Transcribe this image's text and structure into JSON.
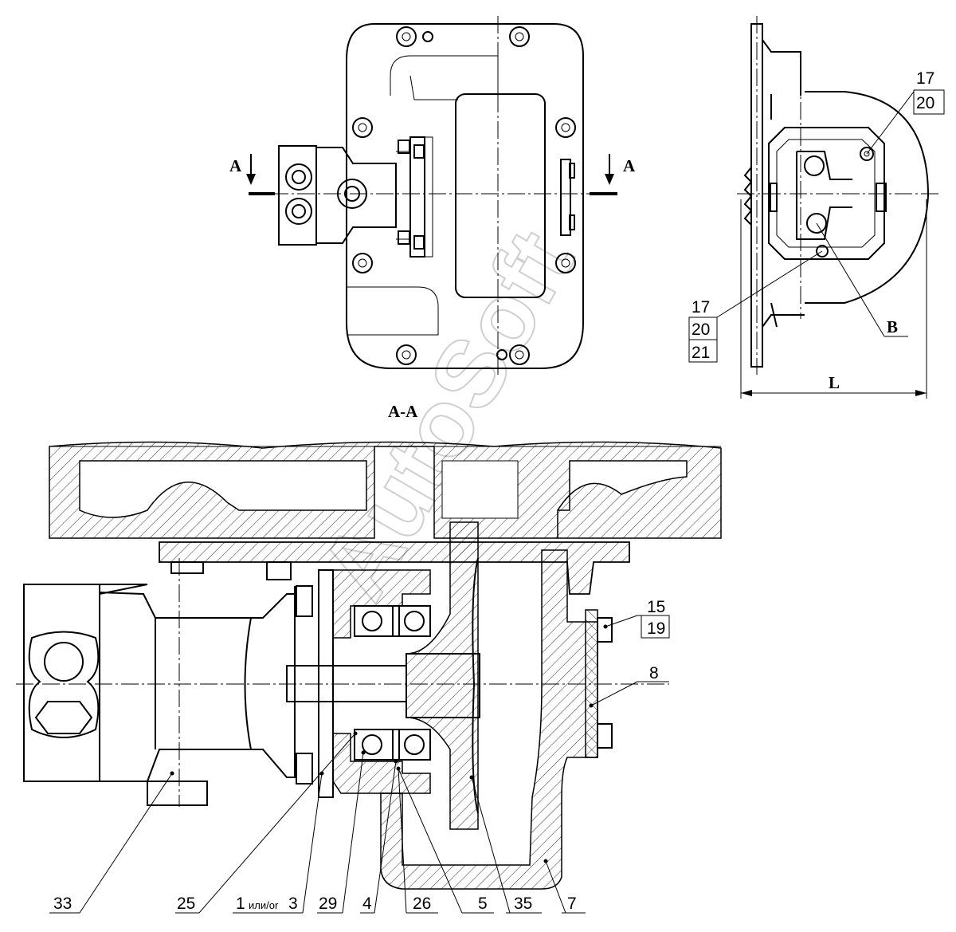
{
  "labels": {
    "section_arrow_left": "A",
    "section_arrow_right": "A",
    "section_title": "A-A",
    "dim_L": "L",
    "view_B": "B",
    "side_17_top": "17",
    "side_20_top": "20",
    "side_17_bottom": "17",
    "side_20_bottom": "20",
    "side_21_bottom": "21",
    "p15": "15",
    "p19": "19",
    "p8": "8",
    "p33": "33",
    "p25": "25",
    "p1or3_a": "1",
    "p1or3_mid": "или/or",
    "p1or3_b": "3",
    "p29": "29",
    "p4": "4",
    "p26": "26",
    "p5": "5",
    "p35": "35",
    "p7": "7"
  },
  "watermark": "AutoSoft"
}
